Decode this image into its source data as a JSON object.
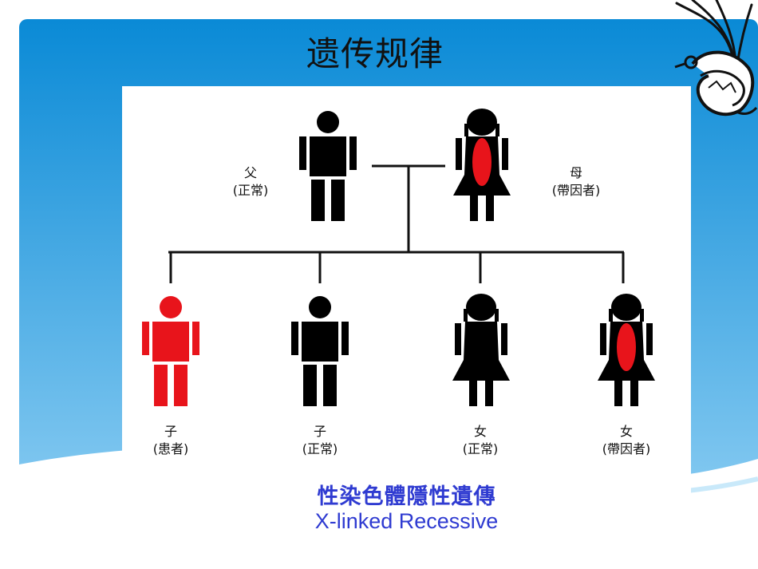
{
  "slide": {
    "title": "遗传规律",
    "colors": {
      "band_top": "#0d8fd8",
      "band_bottom": "#8fd0f4",
      "affected": "#e8141b",
      "normal": "#000000",
      "caption": "#2f3bd1"
    }
  },
  "pedigree": {
    "father": {
      "role": "父",
      "status": "(正常)",
      "sex": "male",
      "condition": "normal"
    },
    "mother": {
      "role": "母",
      "status": "(帶因者)",
      "sex": "female",
      "condition": "carrier"
    },
    "children": [
      {
        "role": "子",
        "status": "(患者)",
        "sex": "male",
        "condition": "affected"
      },
      {
        "role": "子",
        "status": "(正常)",
        "sex": "male",
        "condition": "normal"
      },
      {
        "role": "女",
        "status": "(正常)",
        "sex": "female",
        "condition": "normal"
      },
      {
        "role": "女",
        "status": "(帶因者)",
        "sex": "female",
        "condition": "carrier"
      }
    ]
  },
  "caption": {
    "chinese": "性染色體隱性遺傳",
    "english": "X-linked Recessive"
  }
}
